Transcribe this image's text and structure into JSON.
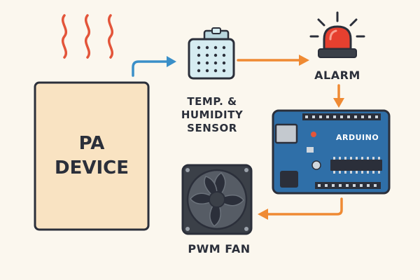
{
  "device": {
    "line1": "PA",
    "line2": "DEVICE"
  },
  "sensor": {
    "line1": "TEMP. &",
    "line2": "HUMIDITY",
    "line3": "SENSOR"
  },
  "alarm": {
    "label": "ALARM"
  },
  "arduino": {
    "label": "ARDUINO"
  },
  "fan": {
    "label": "PWM FAN"
  },
  "colors": {
    "background": "#fbf7ee",
    "device_fill": "#f9e3c2",
    "outline": "#2b2f3a",
    "heat": "#e3553a",
    "arrow_blue": "#3a8fc8",
    "arrow_orange": "#ef8a33",
    "sensor_fill": "#d6ecf1",
    "alarm_red": "#e6402f",
    "board_blue": "#2f6fa8",
    "fan_dark": "#3b4048"
  }
}
